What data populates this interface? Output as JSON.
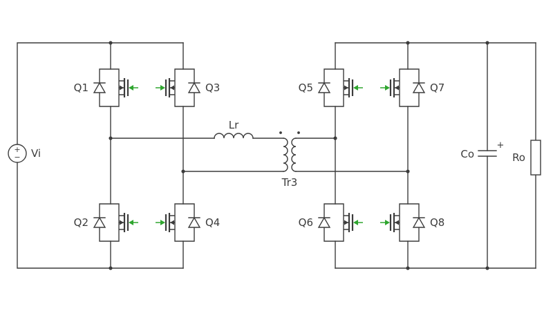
{
  "schematic": {
    "labels": {
      "q1": "Q1",
      "q2": "Q2",
      "q3": "Q3",
      "q4": "Q4",
      "q5": "Q5",
      "q6": "Q6",
      "q7": "Q7",
      "q8": "Q8",
      "lr": "Lr",
      "tr3": "Tr3",
      "vi": "Vi",
      "co": "Co",
      "ro": "Ro",
      "vi_plus": "+",
      "vi_minus": "−",
      "co_plus": "+"
    },
    "colors": {
      "wire": "#3c3c3c",
      "gate": "#2fa52f",
      "background": "#ffffff"
    }
  }
}
